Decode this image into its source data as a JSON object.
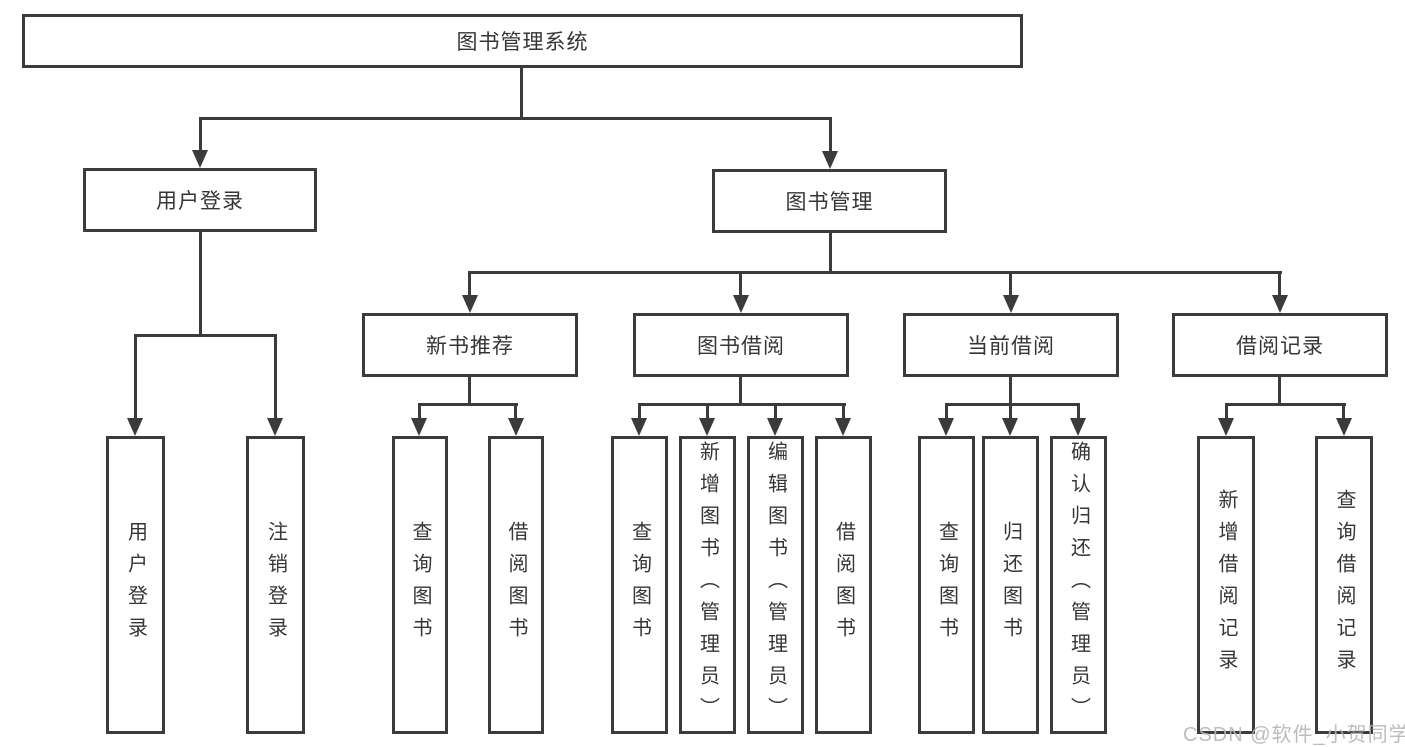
{
  "watermark": "CSDN @软件_小贺同学",
  "tree": {
    "root": {
      "label": "图书管理系统",
      "children": [
        {
          "label": "用户登录",
          "children": [
            {
              "label": "用户登录"
            },
            {
              "label": "注销登录"
            }
          ]
        },
        {
          "label": "图书管理",
          "children": [
            {
              "label": "新书推荐",
              "children": [
                {
                  "label": "查询图书"
                },
                {
                  "label": "借阅图书"
                }
              ]
            },
            {
              "label": "图书借阅",
              "children": [
                {
                  "label": "查询图书"
                },
                {
                  "label": "新增图书（管理员）"
                },
                {
                  "label": "编辑图书（管理员）"
                },
                {
                  "label": "借阅图书"
                }
              ]
            },
            {
              "label": "当前借阅",
              "children": [
                {
                  "label": "查询图书"
                },
                {
                  "label": "归还图书"
                },
                {
                  "label": "确认归还（管理员）"
                }
              ]
            },
            {
              "label": "借阅记录",
              "children": [
                {
                  "label": "新增借阅记录"
                },
                {
                  "label": "查询借阅记录"
                }
              ]
            }
          ]
        }
      ]
    }
  }
}
